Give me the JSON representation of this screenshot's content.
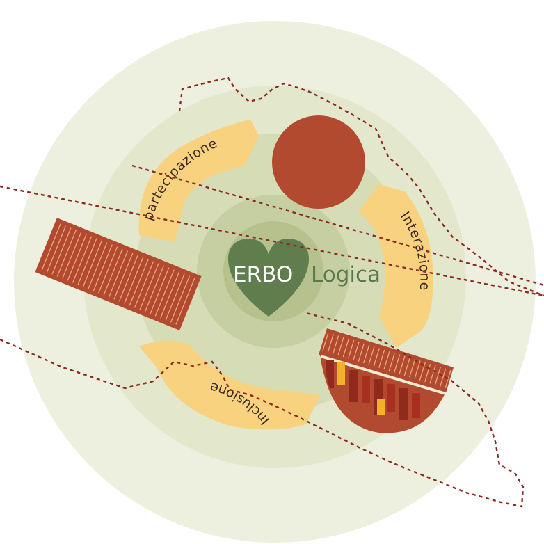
{
  "logo": {
    "part1": "ERBO",
    "part2": "Logica"
  },
  "cycle": {
    "arrows": [
      {
        "label": "partecipazione"
      },
      {
        "label": "Interazione"
      },
      {
        "label": "Inclusione"
      }
    ]
  },
  "colors": {
    "ring_outer": "#eef0df",
    "ring_2": "#e3e7cc",
    "ring_3": "#d5dcb6",
    "ring_4": "#c6cfa2",
    "center_disc": "#b7c18d",
    "heart": "#607e4d",
    "arrow_fill": "#f8d27f",
    "building": "#b24a30",
    "building_stripe": "#e9a978",
    "dashed_outline": "#8c2a22",
    "accent_yellow": "#f1b12c"
  }
}
